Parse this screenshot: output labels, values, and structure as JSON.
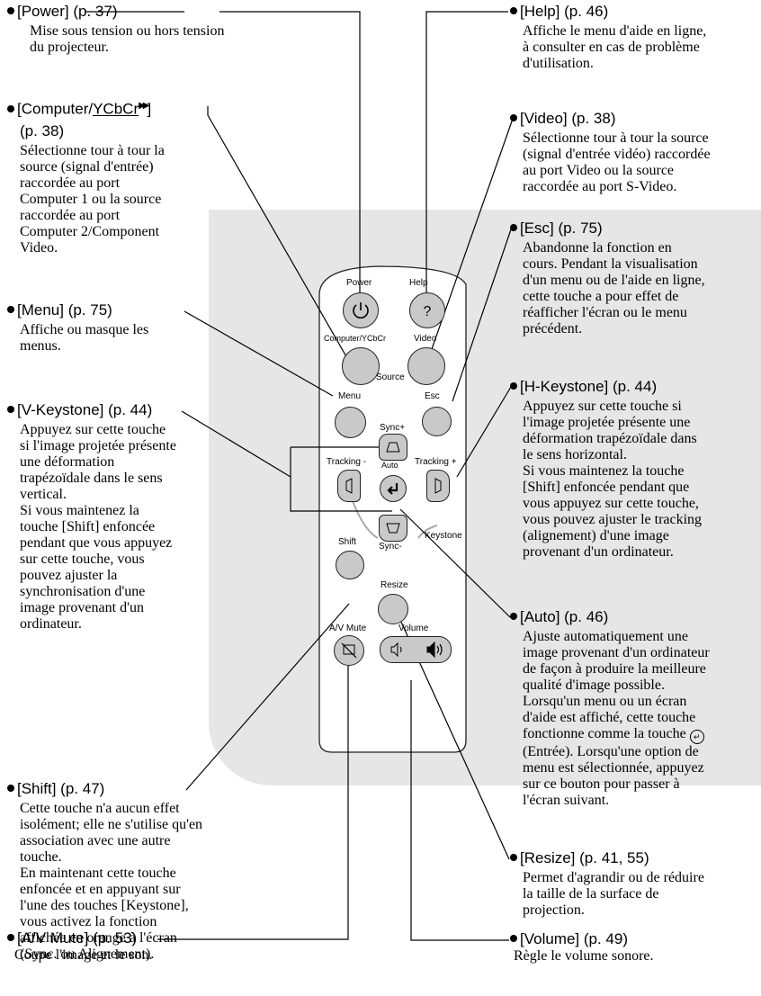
{
  "annotations": {
    "power": {
      "head": "[Power] (p. 37)",
      "desc": "Mise sous tension ou hors tension\ndu projecteur."
    },
    "computer": {
      "head_a": "[Computer/",
      "head_b": "YCbCr",
      "head_c": "▶▶",
      "head_d": "]",
      "head2": "(p. 38)",
      "desc": "Sélectionne tour à tour la\nsource (signal d'entrée)\nraccordée au port\nComputer 1 ou la source\nraccordée au port\nComputer 2/Component\nVideo."
    },
    "menu": {
      "head": "[Menu] (p. 75)",
      "desc": "Affiche ou masque les\nmenus."
    },
    "vkeystone": {
      "head": "[V-Keystone] (p. 44)",
      "desc": "Appuyez sur cette touche\nsi l'image projetée présente\nune déformation\ntrapézoïdale dans le sens\nvertical.\nSi vous maintenez la\ntouche [Shift] enfoncée\npendant que vous appuyez\nsur cette touche, vous\npouvez ajuster la\nsynchronisation d'une\nimage provenant d'un\nordinateur."
    },
    "shift": {
      "head": "[Shift] (p. 47)",
      "desc": "Cette touche n'a aucun effet\nisolément; elle ne s'utilise qu'en\nassociation avec une autre\ntouche.\nEn maintenant cette touche\nenfoncée et en appuyant sur\nl'une des touches [Keystone],\nvous activez la fonction\naffichée en orange à l'écran\n(Sync. ou Alignement)."
    },
    "avmute": {
      "head": "[A/V Mute] (p. 53)",
      "desc": "Coupe l'image et le son."
    },
    "help": {
      "head": "[Help] (p. 46)",
      "desc": "Affiche le menu d'aide en ligne,\nà consulter en cas de problème\nd'utilisation."
    },
    "video": {
      "head": "[Video] (p. 38)",
      "desc": "Sélectionne tour à tour la source\n(signal d'entrée vidéo) raccordée\nau port Video ou la source\nraccordée au port S-Video."
    },
    "esc": {
      "head": "[Esc] (p. 75)",
      "desc": "Abandonne la fonction en\ncours. Pendant la visualisation\nd'un menu ou de l'aide en ligne,\ncette touche a pour effet de\nréafficher l'écran ou le menu\nprécédent."
    },
    "hkeystone": {
      "head": "[H-Keystone] (p. 44)",
      "desc": "Appuyez sur cette touche si\nl'image projetée présente une\ndéformation trapézoïdale dans\nle sens horizontal.\nSi vous maintenez la touche\n[Shift] enfoncée pendant que\nvous appuyez sur cette touche,\nvous pouvez ajuster le tracking\n(alignement) d'une image\nprovenant d'un ordinateur."
    },
    "auto": {
      "head": "[Auto] (p. 46)",
      "desc_a": "Ajuste automatiquement une\nimage provenant d'un ordinateur\nde façon à produire la meilleure\nqualité d'image possible.\nLorsqu'un menu ou un écran\nd'aide est affiché, cette touche\nfonctionne comme la touche ",
      "desc_b": "(Entrée). Lorsqu'une option de\nmenu est sélectionnée, appuyez\nsur ce bouton pour passer à\nl'écran suivant."
    },
    "resize": {
      "head": "[Resize] (p. 41, 55)",
      "desc": "Permet d'agrandir ou de réduire\nla taille de la surface de\nprojection."
    },
    "volume": {
      "head": "[Volume] (p. 49)",
      "desc": "Règle le volume sonore."
    }
  },
  "remote": {
    "power": "Power",
    "help": "Help",
    "computer": "Computer/YCbCr",
    "video": "Video",
    "source": "Source",
    "menu": "Menu",
    "esc": "Esc",
    "sync_plus": "Sync+",
    "tracking_minus": "Tracking -",
    "auto": "Auto",
    "tracking_plus": "Tracking +",
    "keystone": "Keystone",
    "shift": "Shift",
    "sync_minus": "Sync-",
    "resize": "Resize",
    "av_mute": "A/V Mute",
    "volume": "Volume"
  }
}
